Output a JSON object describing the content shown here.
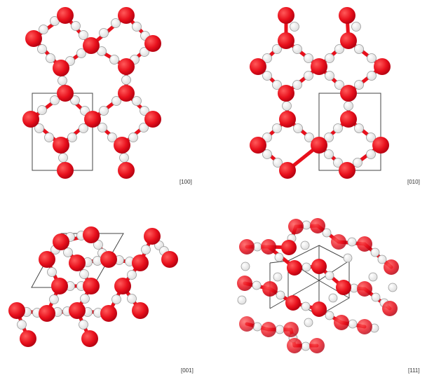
{
  "panels": [
    {
      "id": "p100",
      "label": "[100]"
    },
    {
      "id": "p010",
      "label": "[010]"
    },
    {
      "id": "p001",
      "label": "[001]"
    },
    {
      "id": "p111",
      "label": "[111]"
    }
  ],
  "colors": {
    "oxygen": "#e8101c",
    "oxygen_dark": "#b00010",
    "hydrogen_fill": "#ffffff",
    "hydrogen_stroke": "#9a9a9a",
    "cell": "#444444"
  }
}
